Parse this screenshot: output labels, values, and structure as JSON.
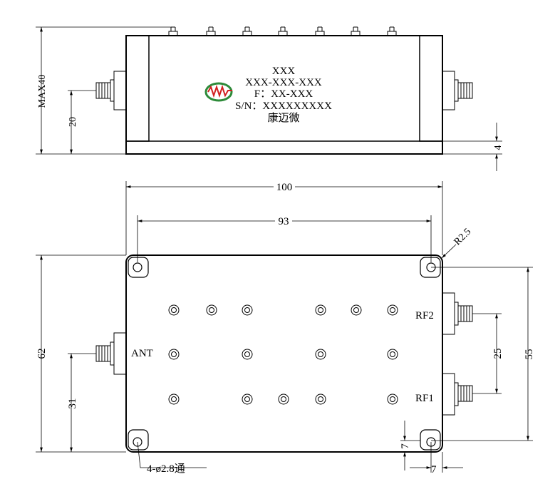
{
  "front_view": {
    "label_lines": [
      "XXX",
      "XXX-XXX-XXX",
      "F：XX-XXX",
      "S/N：XXXXXXXXX",
      "康迈微"
    ],
    "logo_text": "MW",
    "dim_height": "MAX40",
    "dim_connector_height": "20",
    "dim_base": "4"
  },
  "top_view": {
    "dim_width": "100",
    "dim_hole_spacing": "93",
    "dim_radius": "R2.5",
    "dim_height": "62",
    "dim_hole_vertical": "55",
    "dim_ant_offset": "31",
    "dim_rf_spacing": "25",
    "dim_hole_offset_y": "7",
    "dim_hole_offset_x": "7",
    "hole_note": "4-ø2.8通",
    "port_ant": "ANT",
    "port_rf2": "RF2",
    "port_rf1": "RF1"
  }
}
